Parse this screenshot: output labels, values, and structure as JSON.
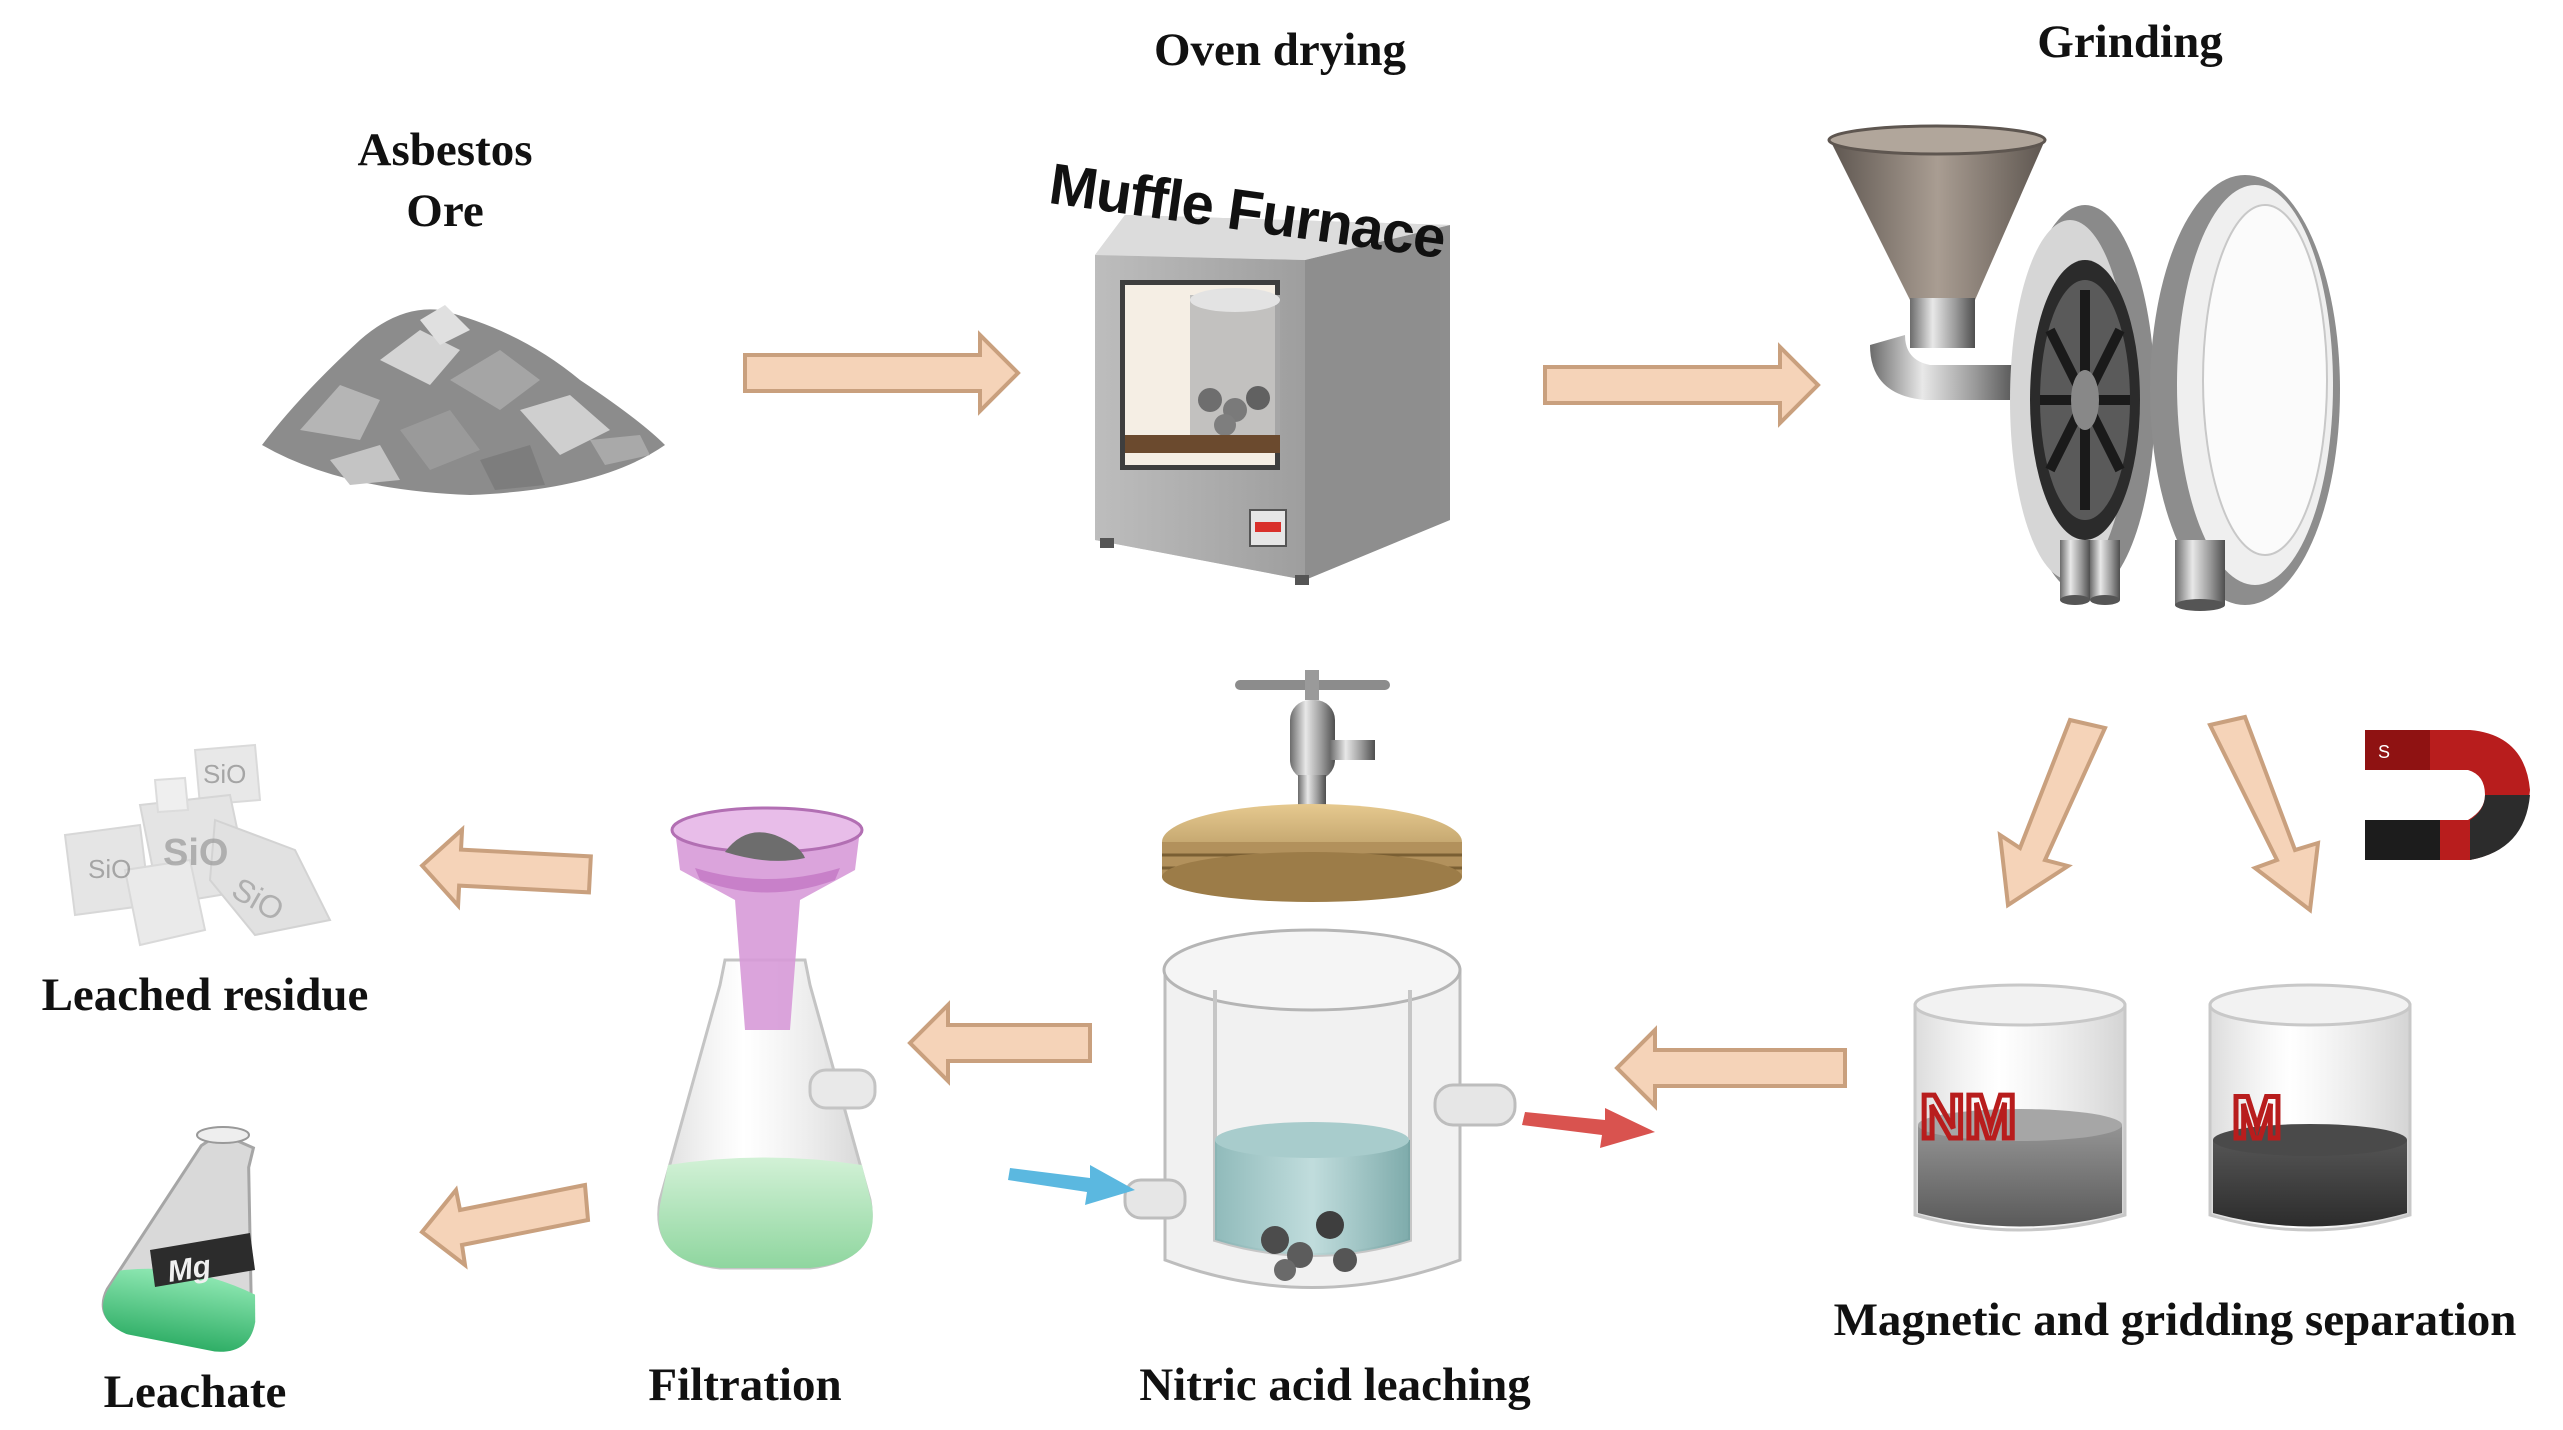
{
  "steps": {
    "ore": {
      "line1": "Asbestos",
      "line2": "Ore"
    },
    "drying": {
      "title": "Oven drying",
      "brand": "Muffle Furnace"
    },
    "grinding": {
      "title": "Grinding"
    },
    "separation": {
      "title": "Magnetic and gridding separation",
      "beaker_left_text": "NM",
      "beaker_right_text": "M",
      "magnet_text": "S"
    },
    "leaching": {
      "title": "Nitric acid leaching"
    },
    "filtration": {
      "title": "Filtration"
    },
    "residue": {
      "title": "Leached residue",
      "block_text": "SiO"
    },
    "leachate": {
      "title": "Leachate",
      "flask_text": "Mg"
    }
  },
  "colors": {
    "flow_arrow_fill": "#f5d3b8",
    "flow_arrow_stroke": "#c9a07e",
    "inlet_arrow": "#5bb8e0",
    "outlet_arrow": "#d9534f",
    "magnet_red": "#b81d1d",
    "magnet_black": "#1c1c1c",
    "furnace_body": "#a9a9a9",
    "leach_liquid": "#6aa6a6",
    "filter_liquid": "#b6e6c0",
    "funnel_pink": "#d79ad8",
    "leachate_green": "#56d18c"
  }
}
